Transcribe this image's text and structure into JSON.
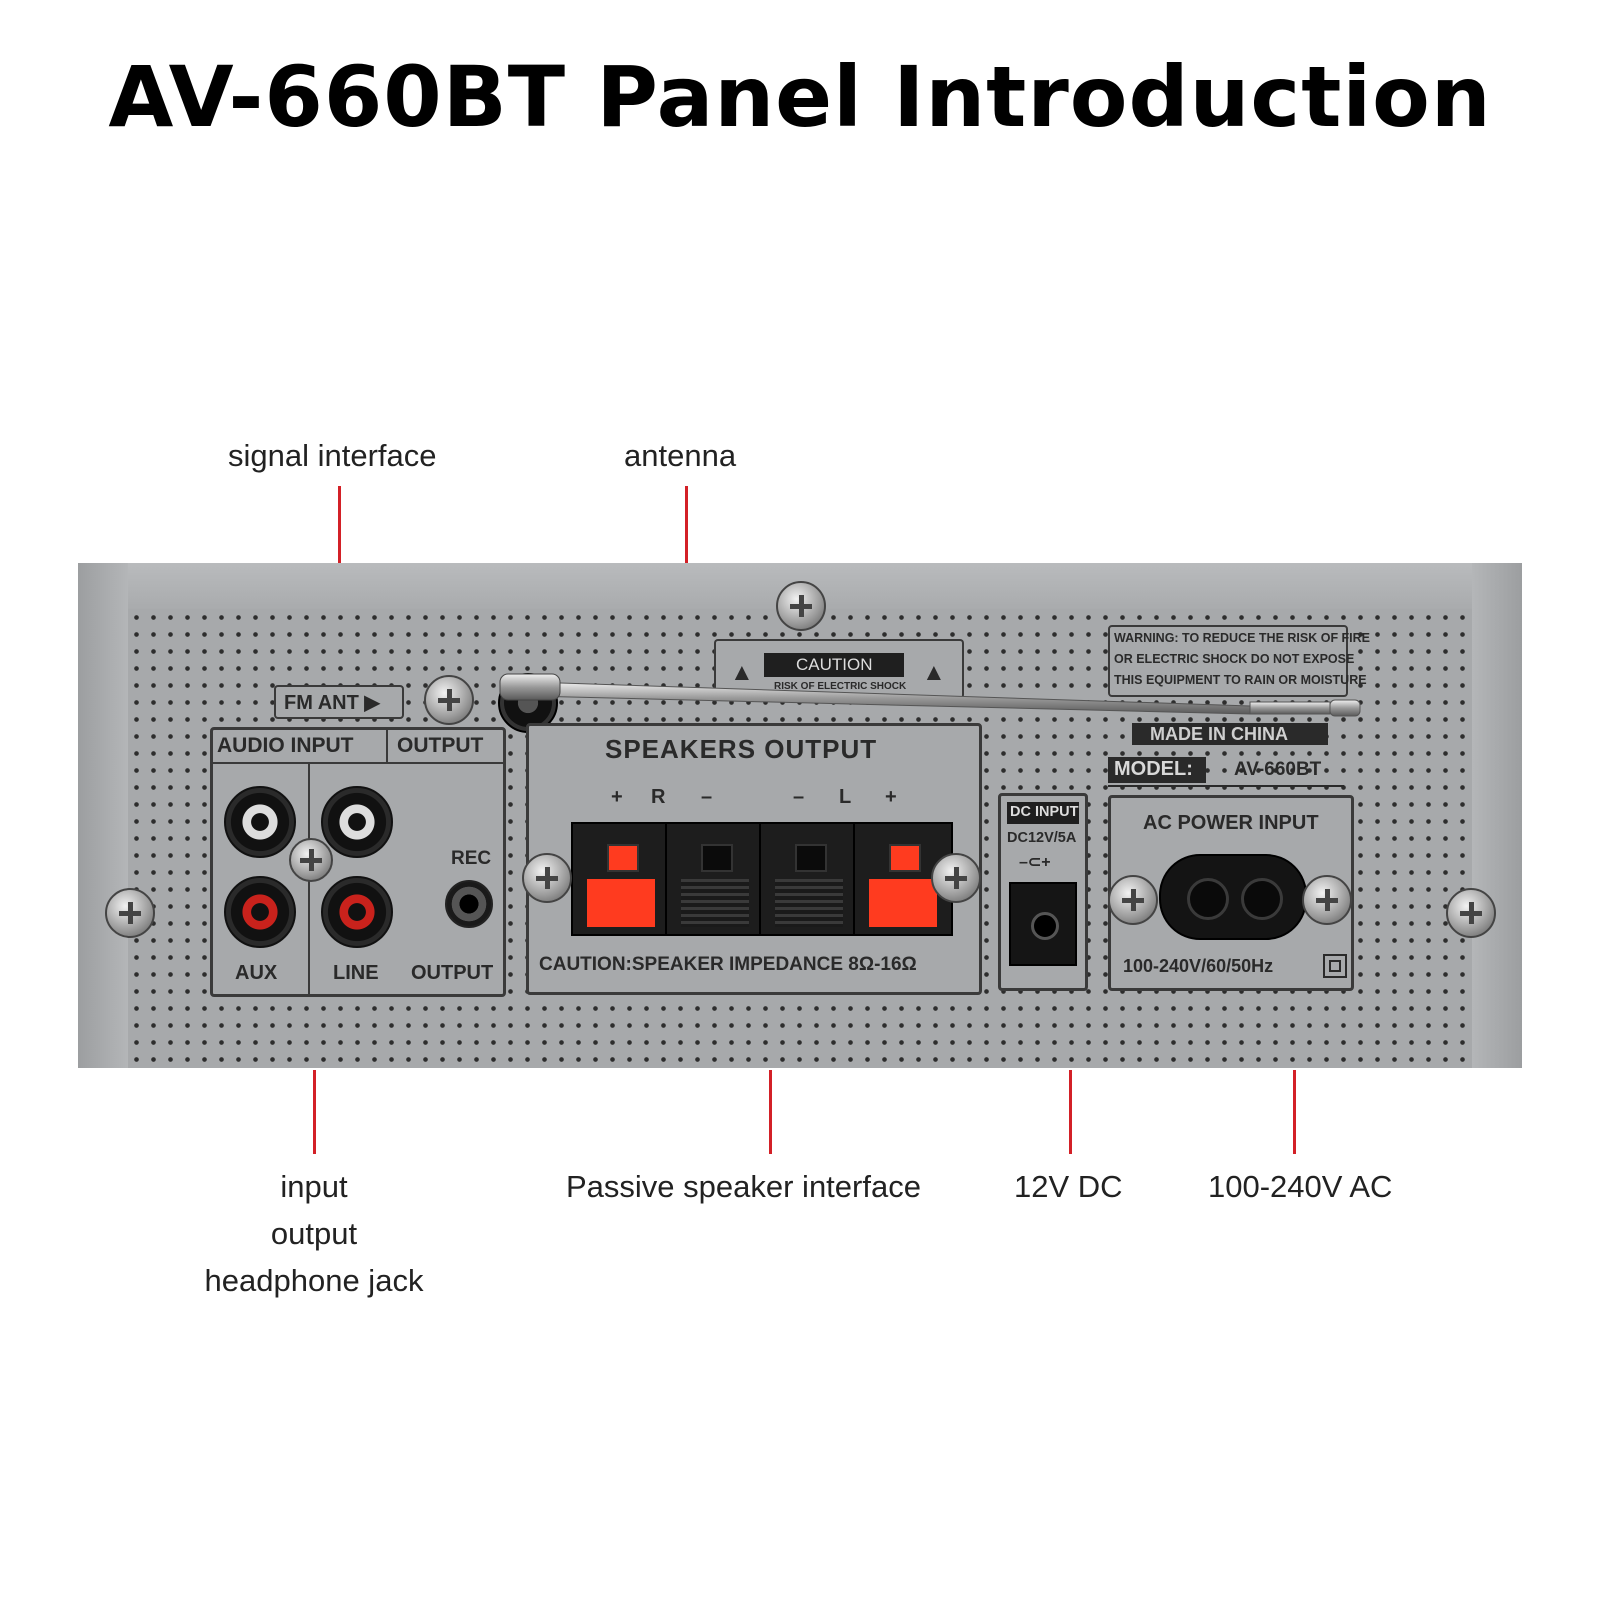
{
  "title": "AV-660BT Panel Introduction",
  "callouts": {
    "signal_interface": "signal interface",
    "antenna": "antenna",
    "input": "input",
    "output": "output",
    "headphone_jack": "headphone jack",
    "passive_speaker": "Passive speaker interface",
    "dc": "12V DC",
    "ac": "100-240V AC"
  },
  "panel": {
    "fm_ant": "FM ANT ▶",
    "caution": "CAUTION",
    "caution_sub": "RISK OF ELECTRIC SHOCK",
    "warning": [
      "WARNING: TO REDUCE THE RISK OF FIRE",
      "OR ELECTRIC SHOCK DO NOT EXPOSE",
      "THIS EQUIPMENT TO RAIN OR MOISTURE"
    ],
    "made_in": "MADE IN CHINA",
    "model_label": "MODEL:",
    "model_value": "AV-660BT",
    "audio_input": "AUDIO INPUT",
    "output_header": "OUTPUT",
    "rec": "REC",
    "aux": "AUX",
    "line": "LINE",
    "output_footer": "OUTPUT",
    "speakers_output": "SPEAKERS OUTPUT",
    "terminal_signs": [
      "+",
      "R",
      "–",
      "–",
      "L",
      "+"
    ],
    "speaker_caution": "CAUTION:SPEAKER IMPEDANCE 8Ω-16Ω",
    "dc_input": "DC INPUT",
    "dc_spec": "DC12V/5A",
    "dc_polarity": "–⊂+",
    "ac_power_input": "AC POWER INPUT",
    "ac_spec": "100-240V/60/50Hz"
  },
  "colors": {
    "leader": "#d32027",
    "panel_gray": "#a9abad",
    "terminal_red": "#ff3b1f"
  }
}
